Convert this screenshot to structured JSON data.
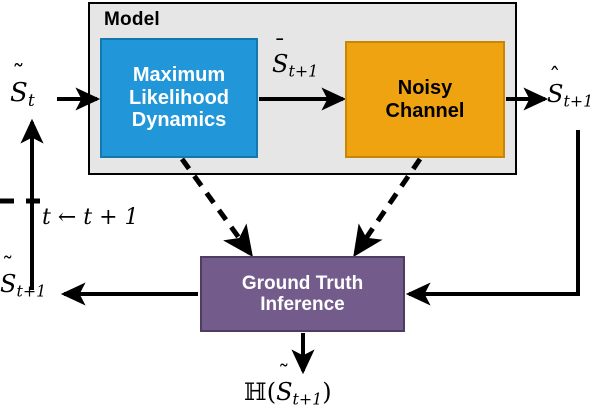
{
  "diagram": {
    "title": "Model",
    "blocks": [
      {
        "id": "maximum-likelihood-dynamics",
        "label": "Maximum\nLikelihood\nDynamics",
        "color": "#2196d8",
        "text_color": "#ffffff"
      },
      {
        "id": "noisy-channel",
        "label": "Noisy\nChannel",
        "color": "#efa310",
        "text_color": "#000000"
      },
      {
        "id": "ground-truth-inference",
        "label": "Ground Truth\nInference",
        "color": "#735c8c",
        "text_color": "#ffffff"
      }
    ],
    "container": {
      "label": "Model",
      "background": "#e6e6e6",
      "border": "#000000"
    },
    "labels": {
      "input_state": {
        "symbol": "S",
        "accent": "tilde",
        "subscript": "t"
      },
      "intermediate_state": {
        "symbol": "S",
        "accent": "bar",
        "subscript": "t+1"
      },
      "output_state": {
        "symbol": "S",
        "accent": "hat",
        "subscript": "t+1"
      },
      "feedback_state": {
        "symbol": "S",
        "accent": "tilde",
        "subscript": "t+1"
      },
      "time_update": "t ← t + 1",
      "entropy": {
        "operator": "ℍ",
        "symbol": "S",
        "accent": "tilde",
        "subscript": "t+1"
      }
    },
    "edges": [
      {
        "from": "input",
        "to": "maximum-likelihood-dynamics",
        "style": "solid"
      },
      {
        "from": "maximum-likelihood-dynamics",
        "to": "noisy-channel",
        "style": "solid",
        "label": "S-bar t+1"
      },
      {
        "from": "noisy-channel",
        "to": "output",
        "style": "solid",
        "label": "S-hat t+1"
      },
      {
        "from": "maximum-likelihood-dynamics",
        "to": "ground-truth-inference",
        "style": "dashed"
      },
      {
        "from": "noisy-channel",
        "to": "ground-truth-inference",
        "style": "dashed"
      },
      {
        "from": "output",
        "to": "ground-truth-inference",
        "style": "solid"
      },
      {
        "from": "ground-truth-inference",
        "to": "feedback",
        "style": "solid"
      },
      {
        "from": "feedback",
        "to": "input",
        "style": "solid",
        "label": "t ← t + 1"
      },
      {
        "from": "ground-truth-inference",
        "to": "entropy",
        "style": "solid"
      }
    ],
    "colors": {
      "blue": "#2196d8",
      "orange": "#efa310",
      "purple": "#735c8c",
      "gray": "#e6e6e6",
      "line": "#000000"
    }
  }
}
